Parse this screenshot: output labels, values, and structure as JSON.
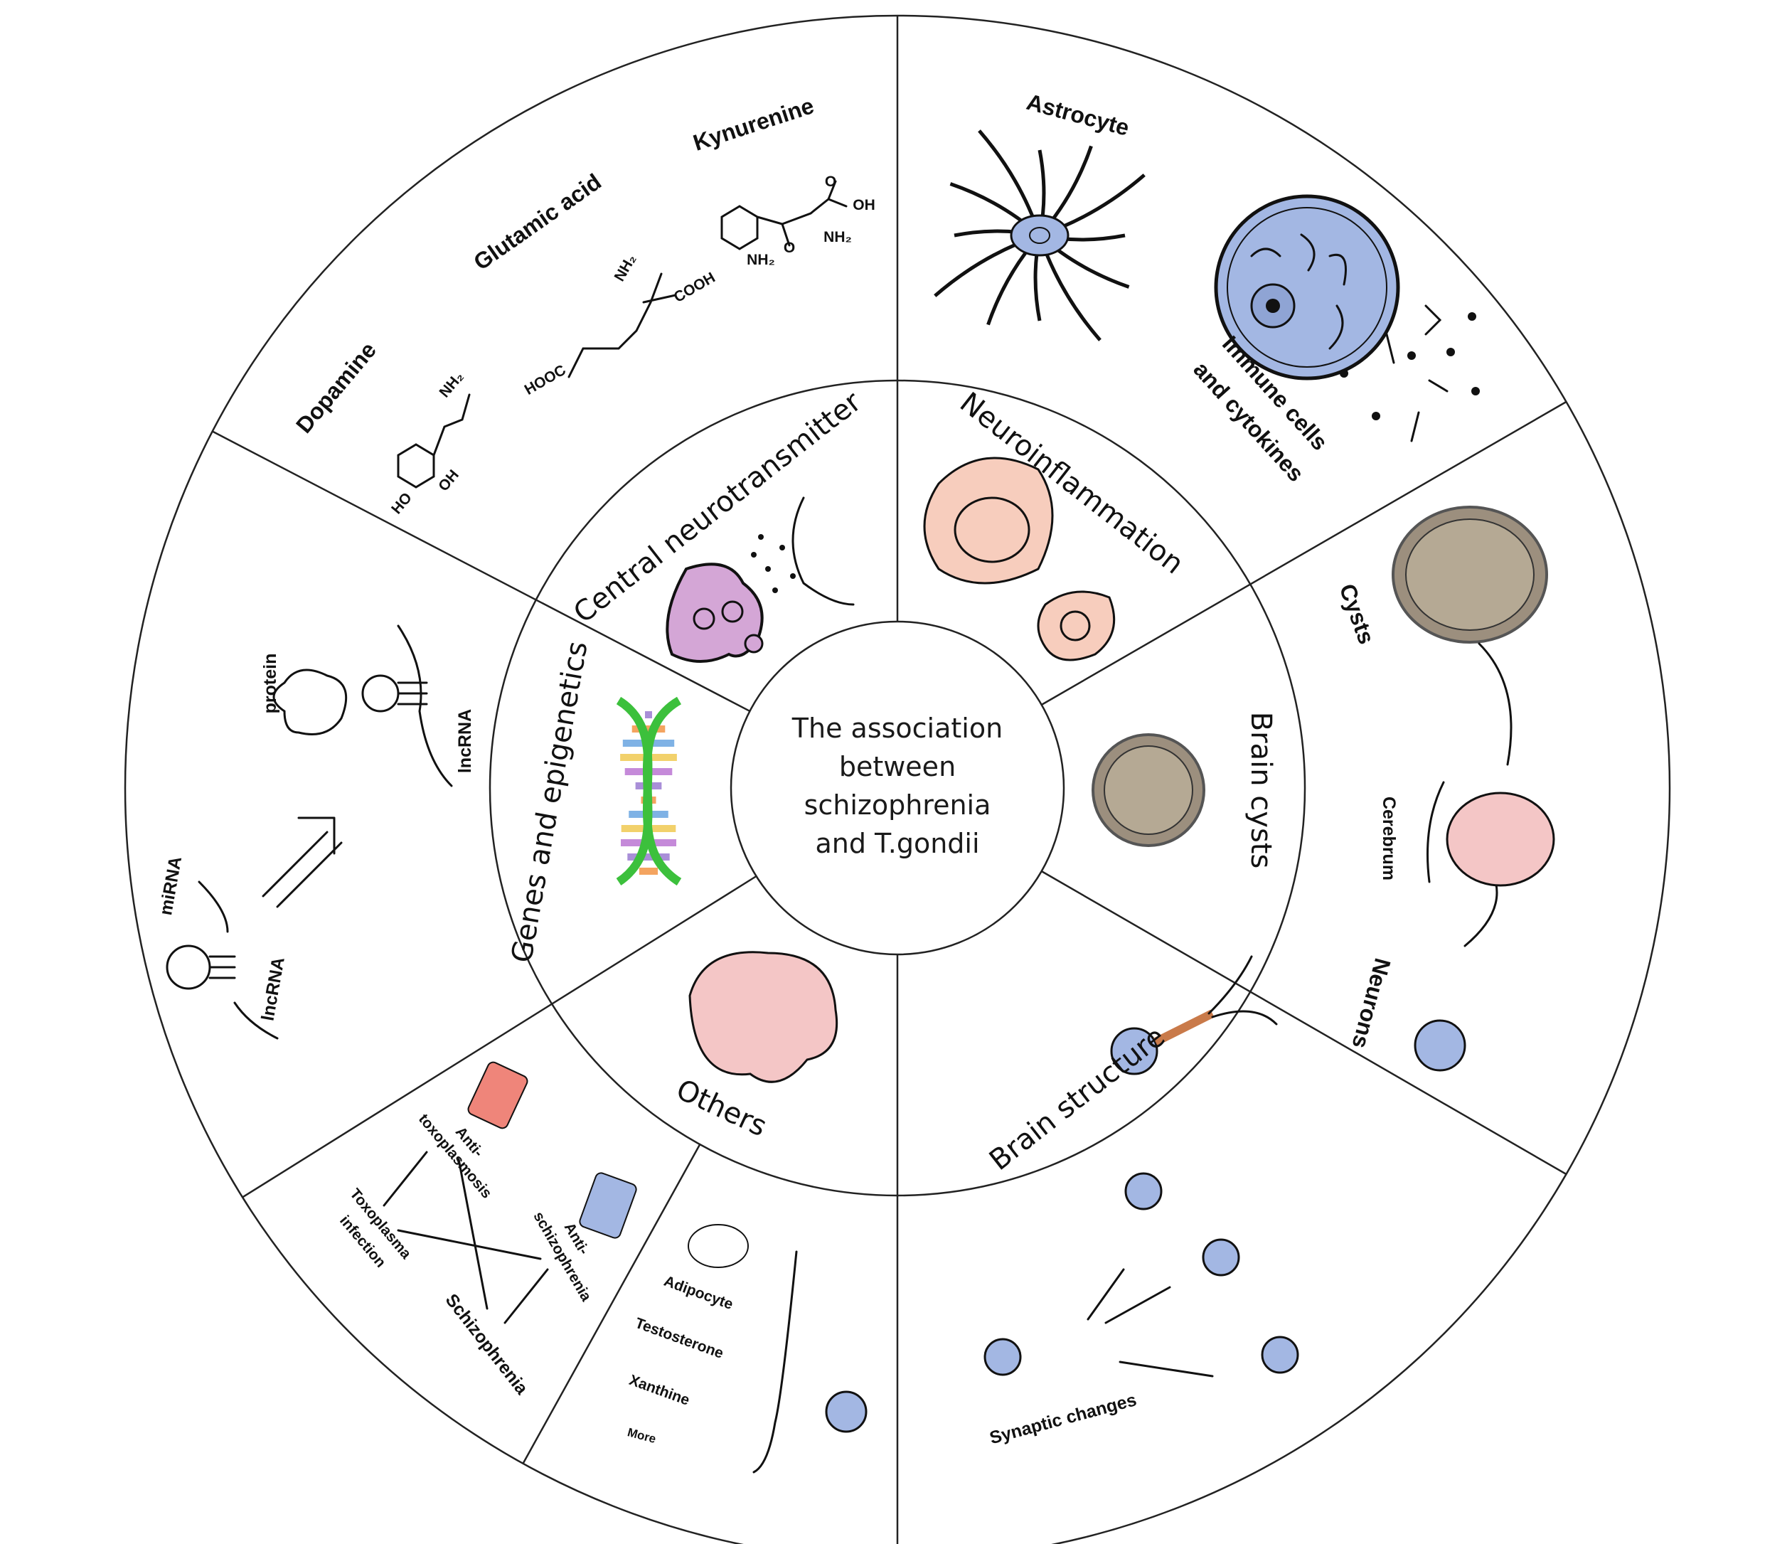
{
  "center": {
    "lines": [
      "The association",
      "between",
      "schizophrenia",
      "and T.gondii"
    ]
  },
  "middle_ring": {
    "central_neurotransmitter": "Central neurotransmitter",
    "neuroinflammation": "Neuroinflammation",
    "genes_epigenetics": "Genes and epigenetics",
    "brain_cysts": "Brain cysts",
    "brain_structure": "Brain structure",
    "others": "Others"
  },
  "outer_ring": {
    "neurotransmitters": {
      "dopamine": "Dopamine",
      "glutamic_acid": "Glutamic acid",
      "kynurenine": "Kynurenine",
      "chem_labels": {
        "nh2_a": "NH₂",
        "oh_a": "OH",
        "ho": "HO",
        "nh2_b": "NH₂",
        "cooh": "COOH",
        "hooc": "HOOC",
        "o_a": "O",
        "oh_b": "OH",
        "nh2_c": "NH₂",
        "nh2_d": "NH₂",
        "o_b": "O"
      }
    },
    "inflammation": {
      "astrocyte": "Astrocyte",
      "immune_1": "Immune cells",
      "immune_2": "and cytokines"
    },
    "cysts": {
      "cysts": "Cysts",
      "cerebrum": "Cerebrum",
      "neurons": "Neurons"
    },
    "structure": {
      "synaptic": "Synaptic changes"
    },
    "genes": {
      "protein": "protein",
      "lncrna_top": "lncRNA",
      "mirna": "miRNA",
      "lncrna_bottom": "lncRNA"
    },
    "drugs": {
      "anti_toxo_1": "Anti-",
      "anti_toxo_2": "toxoplasmosis",
      "toxo_1": "Toxoplasma",
      "toxo_2": "infection",
      "anti_schizo_1": "Anti-",
      "anti_schizo_2": "schizophrenia",
      "schizophrenia": "Schizophrenia"
    },
    "hormones": {
      "adipocyte": "Adipocyte",
      "testosterone": "Testosterone",
      "xanthine": "Xanthine",
      "more": "More"
    }
  },
  "colors": {
    "background": "#fdeec4",
    "blue_cell": "#a3b7e3",
    "pink_cell": "#f7cdbd",
    "purple": "#d4a6d6",
    "cyst": "#9c8f7e",
    "red_pill": "#ef857a"
  }
}
